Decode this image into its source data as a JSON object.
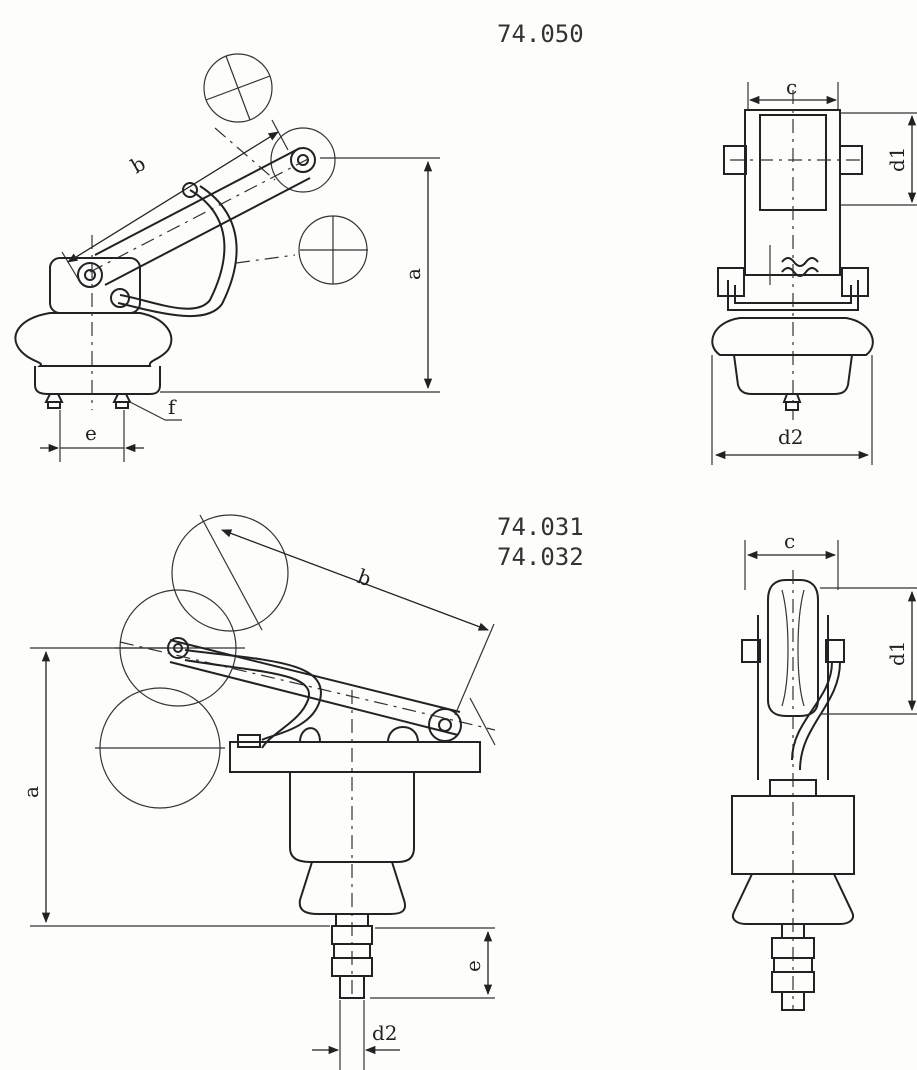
{
  "top": {
    "model": "74.050",
    "labels": {
      "a": "a",
      "b": "b",
      "c": "c",
      "d1": "d1",
      "d2": "d2",
      "e": "e",
      "f": "f"
    }
  },
  "bottom": {
    "model_1": "74.031",
    "model_2": "74.032",
    "labels": {
      "a": "a",
      "b": "b",
      "c": "c",
      "d1": "d1",
      "d2": "d2",
      "e": "e"
    }
  }
}
